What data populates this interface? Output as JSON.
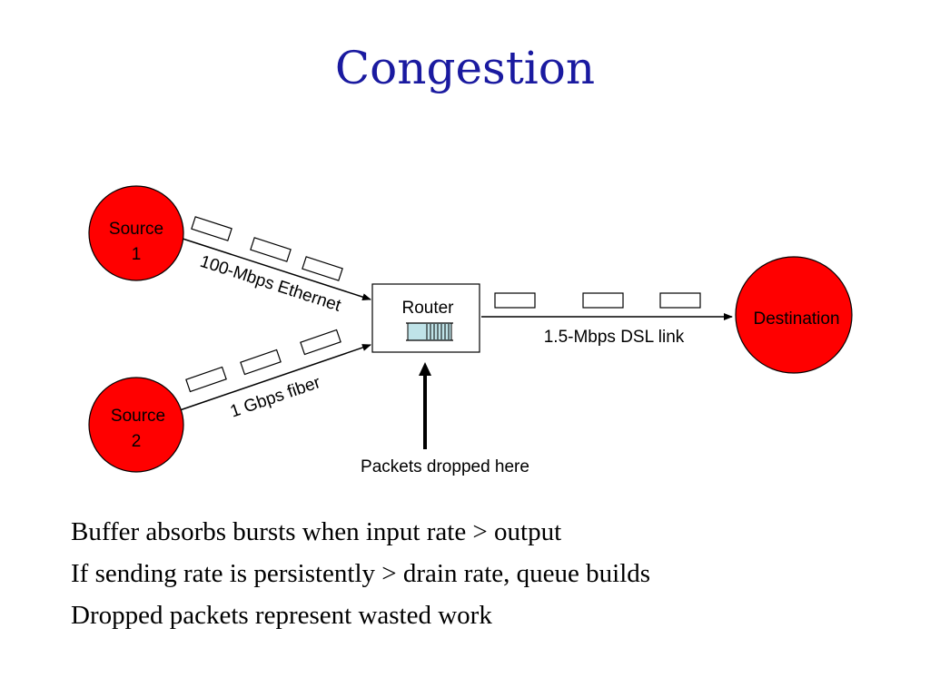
{
  "slide": {
    "title": "Congestion",
    "colors": {
      "title": "#1a1aa0",
      "node_fill": "#ff0000",
      "buffer_fill": "#bfe3e8"
    },
    "diagram": {
      "nodes": {
        "source1": {
          "line1": "Source",
          "line2": "1"
        },
        "source2": {
          "line1": "Source",
          "line2": "2"
        },
        "router": {
          "label": "Router"
        },
        "destination": {
          "label": "Destination"
        }
      },
      "links": {
        "ethernet": "100-Mbps Ethernet",
        "fiber": "1 Gbps fiber",
        "dsl": "1.5-Mbps DSL link"
      },
      "annotation": "Packets dropped here"
    },
    "bullets": [
      "Buffer absorbs bursts when input rate > output",
      "If sending rate is persistently > drain rate, queue builds",
      "Dropped packets represent wasted work"
    ]
  }
}
